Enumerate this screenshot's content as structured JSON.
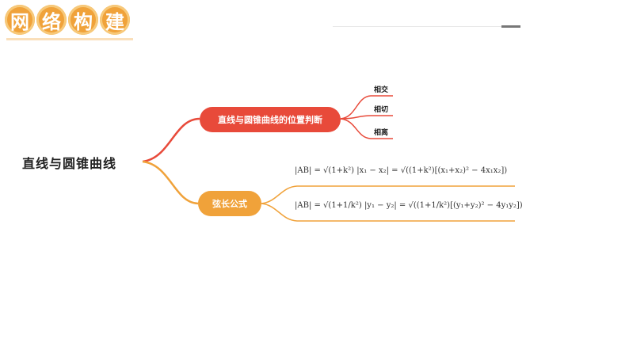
{
  "header": {
    "chars": [
      "网",
      "络",
      "构",
      "建"
    ]
  },
  "mindmap": {
    "root": "直线与圆锥曲线",
    "branch1": {
      "label": "直线与圆锥曲线的位置判断",
      "leaves": [
        "相交",
        "相切",
        "相离"
      ]
    },
    "branch2": {
      "label": "弦长公式",
      "formula1": "|AB| = √(1+k²) |x₁ − x₂| = √((1+k²)[(x₁+x₂)² − 4x₁x₂])",
      "formula2": "|AB| = √(1+1/k²) |y₁ − y₂| = √((1+1/k²)[(y₁+y₂)² − 4y₁y₂])"
    }
  },
  "colors": {
    "accent_orange": "#f0a23a",
    "accent_red": "#e84a3a"
  }
}
